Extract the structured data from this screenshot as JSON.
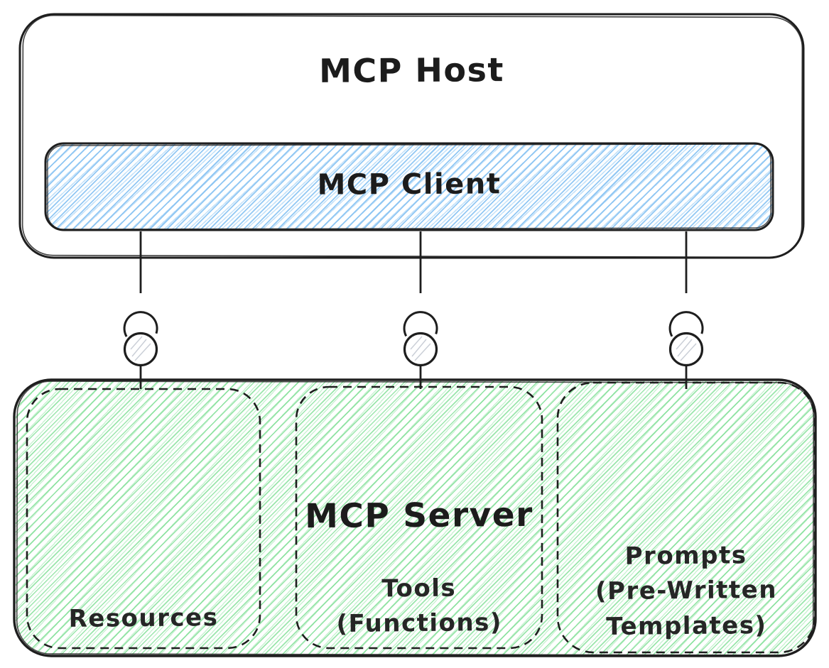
{
  "host": {
    "title": "MCP Host"
  },
  "client": {
    "title": "MCP Client"
  },
  "server": {
    "title": "MCP Server",
    "boxes": [
      {
        "name": "resources",
        "lines": [
          "Resources"
        ]
      },
      {
        "name": "tools",
        "lines": [
          "Tools",
          "(Functions)"
        ]
      },
      {
        "name": "prompts",
        "lines": [
          "Prompts",
          "(Pre-Written",
          "Templates)"
        ]
      }
    ]
  },
  "connectors": {
    "count": 3,
    "icon": "socket-plug-icon"
  },
  "colors": {
    "ink": "#1e1e1e",
    "blue_hatch": "#8cc5f3",
    "green_hatch": "#74dc8c",
    "background": "#ffffff"
  }
}
